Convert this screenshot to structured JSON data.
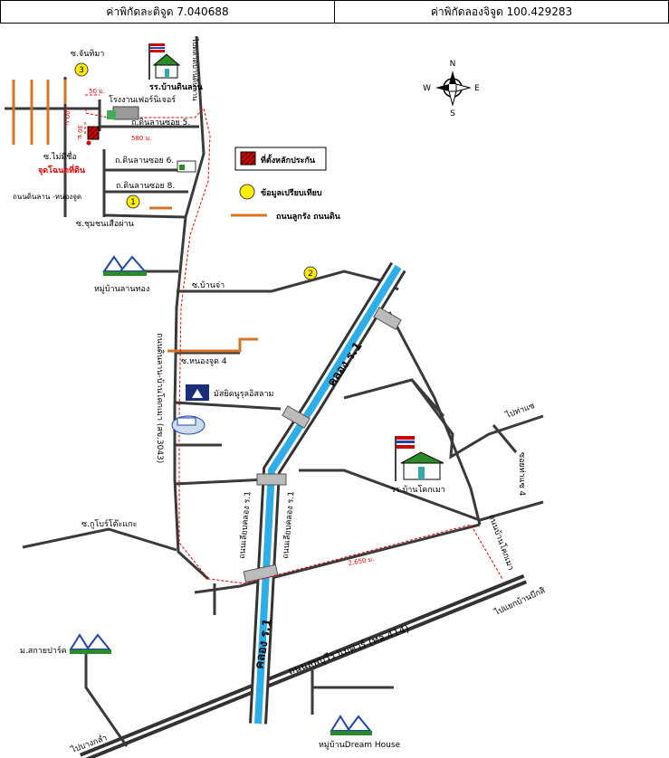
{
  "coords": {
    "latitude_label": "ค่าพิกัดละติจูด 7.040688",
    "longitude_label": "ค่าพิกัดลองจิจูด 100.429283"
  },
  "compass": {
    "n": "N",
    "e": "E",
    "s": "S",
    "w": "W"
  },
  "legend": {
    "site": "ที่ตั้งหลักประกัน",
    "comparable": "ข้อมูลเปรียบเทียบ",
    "dirt_road": "ถนนลูกรัง  ถนนดิน"
  },
  "places": {
    "school_ban_din_lan": "รร.บ้านดินลาน",
    "furniture_factory": "โรงงานเฟอร์นิเจอร์",
    "soi_5": "ถ.ดินลานซอย 5.",
    "soi_6": "ถ.ดินลานซอย 6.",
    "soi_8": "ถ.ดินลานซอย 8.",
    "soi_chanthima": "ซ.จันทิมา",
    "soi_maichue": "ซ.ไม่มีชื่อ",
    "site_point": "จุดโฉนดที่ดิน",
    "road_din_lan_nong_chut": "ถนนดินลาน -หนองจูด",
    "soi_chumchon": "ซ.ชุมชนเสือผ่าน",
    "village_lan_thong": "หมู่บ้านลานทอง",
    "soi_ban_ja": "ซ.บ้านจ่า",
    "soi_nong_chut_4": "ซ.หนองจูด 4",
    "mosque": "มัสยิดนูรุลอิสลาม",
    "soi_kubo": "ซ.กูโบร์โต๊ะแกะ",
    "school_ban_khok_mao": "รร.บ้านโคกเมา",
    "to_ban_ja": "ไปท่าแซ",
    "soi_4": "ซอยท่าแซ 4",
    "road_ban_khok_mao": "ถนนบ้านโคกเมา",
    "to_khuan_lang": "ไปแยกบ้านบึกสิ",
    "highway": "ถนนลพบุรีราเมศวร์ (ทล.414)",
    "village_sakhon": "ม.สกายปาร์ค",
    "to_bang_klam": "ไปบางกล่ำ",
    "village_dream_house": "หมู่บ้านDream House",
    "to_ban_din_lan_north": "ไปตลาดบ้านดินลาน",
    "road_main_vertical": "ถนนดินลาน-บ้านโคกเมา (สข.3043)",
    "road_left_canal": "ถนนเลียบคลอง ร.1",
    "road_right_canal": "ถนนเลียบคลอง ร.1",
    "canal_1": "คลอง ร.1",
    "canal_2": "คลอง ร.1"
  },
  "distances": {
    "d50": "50 ม.",
    "d100": "100 ม.",
    "d30": "30 ม.",
    "d580": "580 ม.",
    "d2650": "2,650 ม."
  },
  "markers": {
    "m1": "1",
    "m2": "2",
    "m3": "3"
  },
  "colors": {
    "road": "#3a3a3a",
    "dirt_road": "#d2742a",
    "canal": "#2eaee8",
    "route": "#e00000",
    "marker": "#ffee00",
    "site": "#cc0000"
  }
}
